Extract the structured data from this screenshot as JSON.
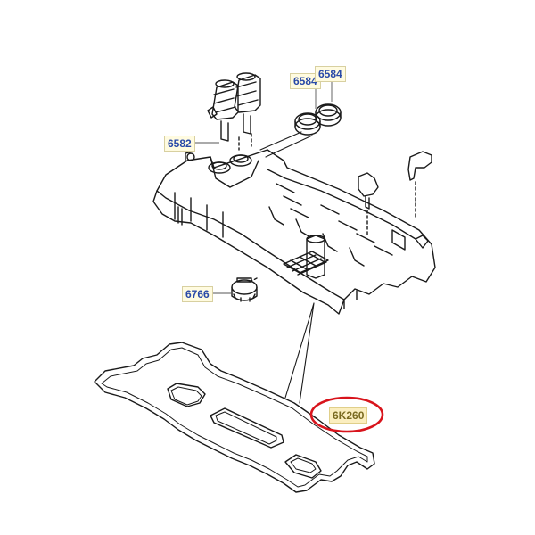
{
  "callouts": {
    "oil_control_solenoid": "6582",
    "seal_a": "6584",
    "seal_b": "6584",
    "oil_filler_cap": "6766",
    "gasket": "6K260"
  },
  "colors": {
    "highlight_ring": "#d8141c",
    "label_text": "#2a4aa8",
    "label_bg": "#fffbe0",
    "line": "#1a1a1a"
  }
}
